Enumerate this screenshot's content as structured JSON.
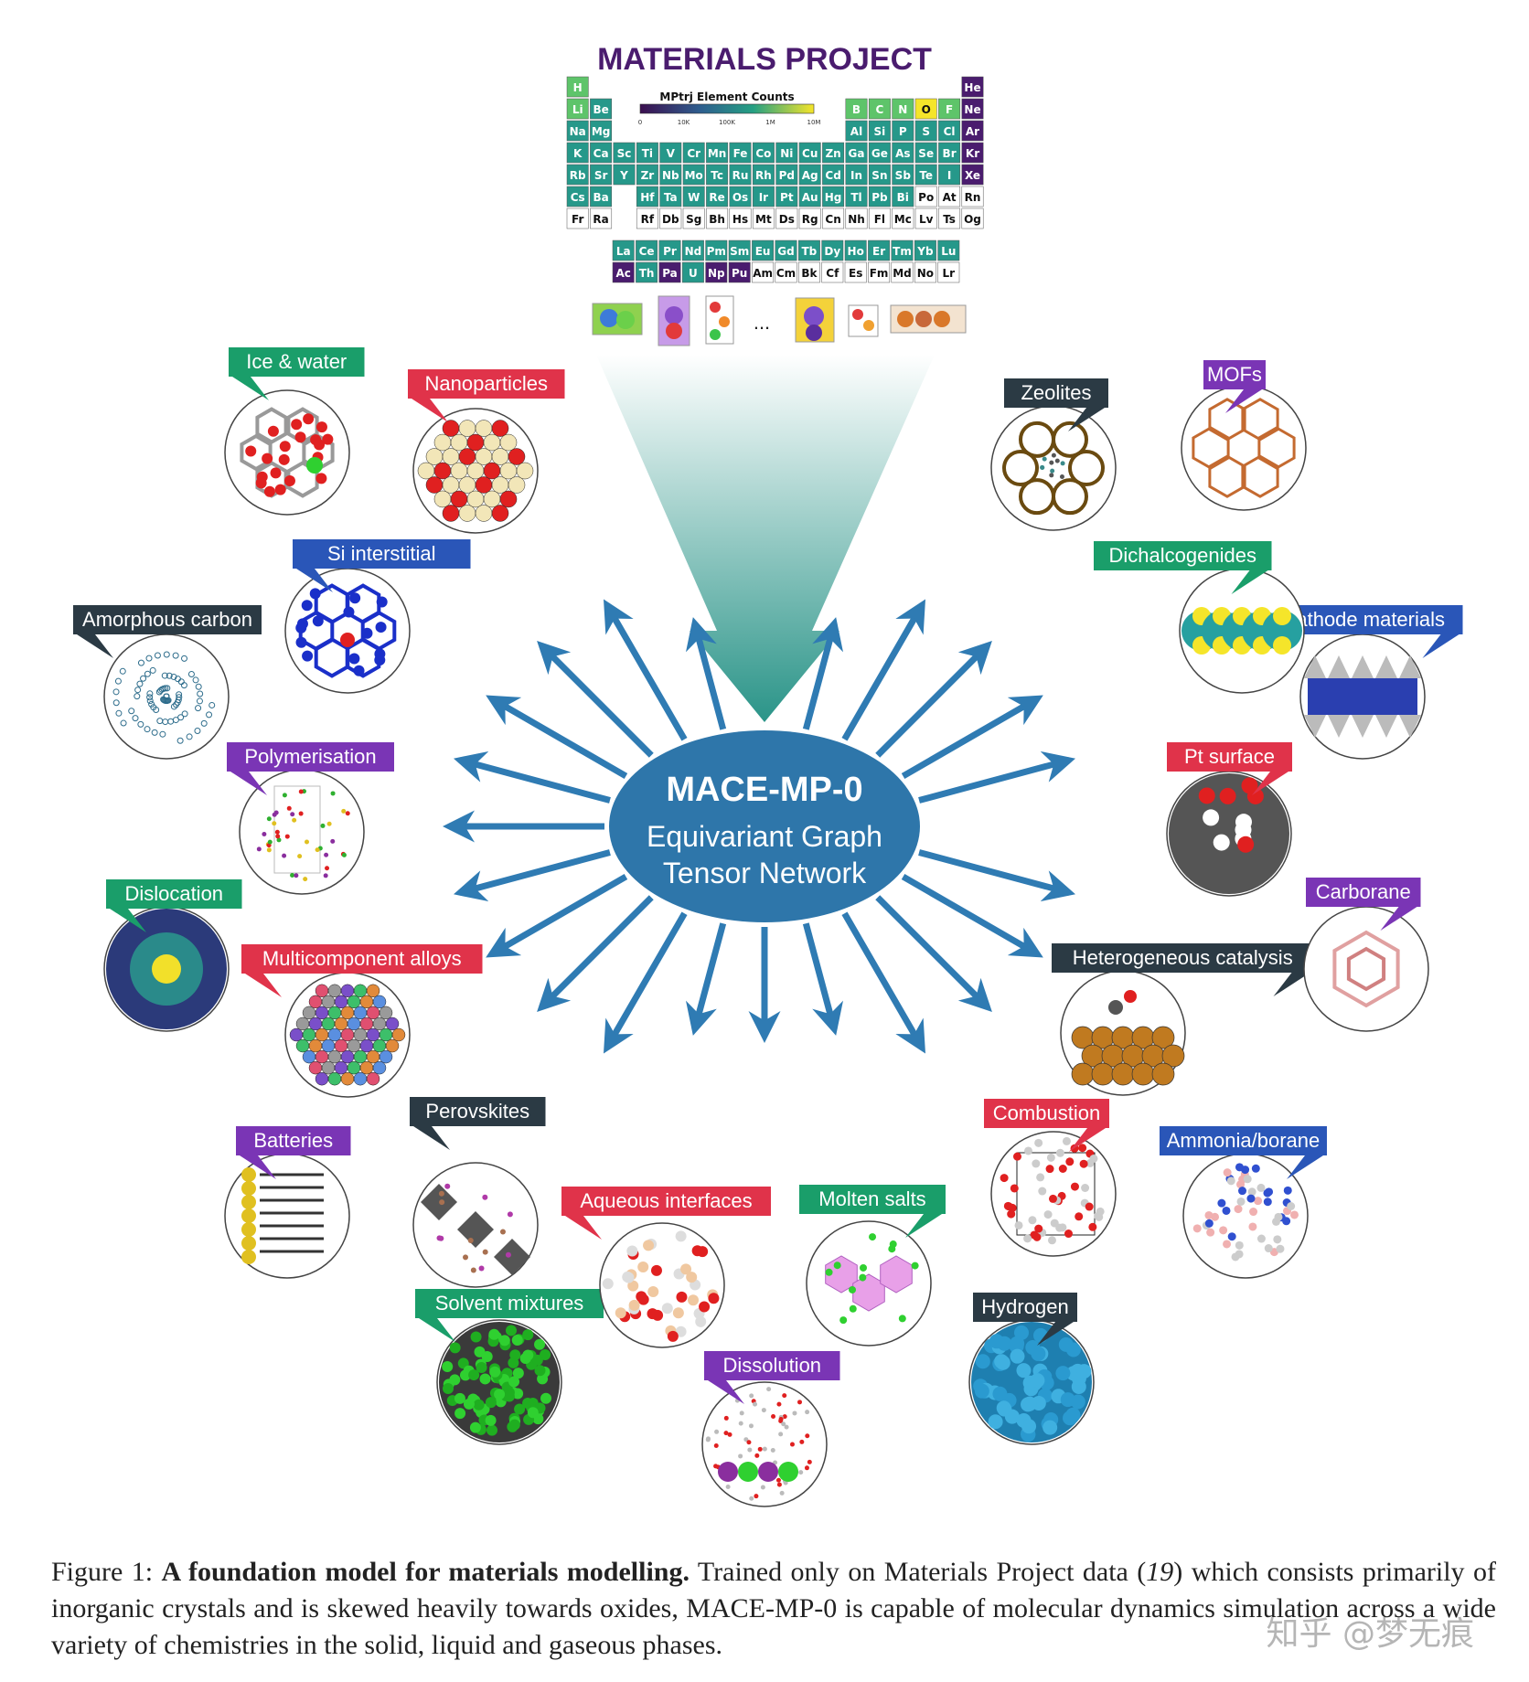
{
  "header": {
    "title": "MATERIALS PROJECT"
  },
  "periodic_table": {
    "colorbar_title": "MPtrj Element Counts",
    "colorbar_ticks": [
      "0",
      "10K",
      "100K",
      "1M",
      "10M"
    ],
    "rows": [
      [
        "H",
        "",
        "",
        "",
        "",
        "",
        "",
        "",
        "",
        "",
        "",
        "",
        "",
        "",
        "",
        "",
        "",
        "He"
      ],
      [
        "Li",
        "Be",
        "",
        "",
        "",
        "",
        "",
        "",
        "",
        "",
        "",
        "",
        "B",
        "C",
        "N",
        "O",
        "F",
        "Ne"
      ],
      [
        "Na",
        "Mg",
        "",
        "",
        "",
        "",
        "",
        "",
        "",
        "",
        "",
        "",
        "Al",
        "Si",
        "P",
        "S",
        "Cl",
        "Ar"
      ],
      [
        "K",
        "Ca",
        "Sc",
        "Ti",
        "V",
        "Cr",
        "Mn",
        "Fe",
        "Co",
        "Ni",
        "Cu",
        "Zn",
        "Ga",
        "Ge",
        "As",
        "Se",
        "Br",
        "Kr"
      ],
      [
        "Rb",
        "Sr",
        "Y",
        "Zr",
        "Nb",
        "Mo",
        "Tc",
        "Ru",
        "Rh",
        "Pd",
        "Ag",
        "Cd",
        "In",
        "Sn",
        "Sb",
        "Te",
        "I",
        "Xe"
      ],
      [
        "Cs",
        "Ba",
        "",
        "Hf",
        "Ta",
        "W",
        "Re",
        "Os",
        "Ir",
        "Pt",
        "Au",
        "Hg",
        "Tl",
        "Pb",
        "Bi",
        "Po",
        "At",
        "Rn"
      ],
      [
        "Fr",
        "Ra",
        "",
        "Rf",
        "Db",
        "Sg",
        "Bh",
        "Hs",
        "Mt",
        "Ds",
        "Rg",
        "Cn",
        "Nh",
        "Fl",
        "Mc",
        "Lv",
        "Ts",
        "Og"
      ]
    ],
    "f_rows": [
      [
        "La",
        "Ce",
        "Pr",
        "Nd",
        "Pm",
        "Sm",
        "Eu",
        "Gd",
        "Tb",
        "Dy",
        "Ho",
        "Er",
        "Tm",
        "Yb",
        "Lu"
      ],
      [
        "Ac",
        "Th",
        "Pa",
        "U",
        "Np",
        "Pu",
        "Am",
        "Cm",
        "Bk",
        "Cf",
        "Es",
        "Fm",
        "Md",
        "No",
        "Lr"
      ]
    ],
    "ellipsis": "..."
  },
  "center": {
    "title": "MACE-MP-0",
    "line1": "Equivariant Graph",
    "line2": "Tensor Network"
  },
  "applications": [
    {
      "label": "Ice & water",
      "color": "#1a9e6a"
    },
    {
      "label": "Nanoparticles",
      "color": "#e0334a"
    },
    {
      "label": "Si interstitial",
      "color": "#2a56b8"
    },
    {
      "label": "Amorphous carbon",
      "color": "#2b3a44"
    },
    {
      "label": "Polymerisation",
      "color": "#7a35b5"
    },
    {
      "label": "Dislocation",
      "color": "#1a9e6a"
    },
    {
      "label": "Multicomponent alloys",
      "color": "#e0334a"
    },
    {
      "label": "Batteries",
      "color": "#7a35b5"
    },
    {
      "label": "Perovskites",
      "color": "#2b3a44"
    },
    {
      "label": "Solvent mixtures",
      "color": "#1a9e6a"
    },
    {
      "label": "Aqueous interfaces",
      "color": "#e0334a"
    },
    {
      "label": "Dissolution",
      "color": "#7a35b5"
    },
    {
      "label": "Molten salts",
      "color": "#1a9e6a"
    },
    {
      "label": "Hydrogen",
      "color": "#2b3a44"
    },
    {
      "label": "Combustion",
      "color": "#e0334a"
    },
    {
      "label": "Ammonia/borane",
      "color": "#2a56b8"
    },
    {
      "label": "Heterogeneous catalysis",
      "color": "#2b3a44"
    },
    {
      "label": "Carborane",
      "color": "#7a35b5"
    },
    {
      "label": "Pt surface",
      "color": "#e0334a"
    },
    {
      "label": "Cathode materials",
      "color": "#2a56b8"
    },
    {
      "label": "Dichalcogenides",
      "color": "#1a9e6a"
    },
    {
      "label": "Zeolites",
      "color": "#2b3a44"
    },
    {
      "label": "MOFs",
      "color": "#7a35b5"
    }
  ],
  "caption": {
    "prefix": "Figure 1: ",
    "bold": "A foundation model for materials modelling.",
    "text1": " Trained only on Materials Project data (",
    "ref": "19",
    "text2": ") which consists primarily of inorganic crystals and is skewed heavily towards oxides, MACE-MP-0 is capable of molecular dynamics simulation across a wide variety of chemistries in the solid, liquid and gaseous phases."
  },
  "watermark": "知乎 @梦无痕"
}
